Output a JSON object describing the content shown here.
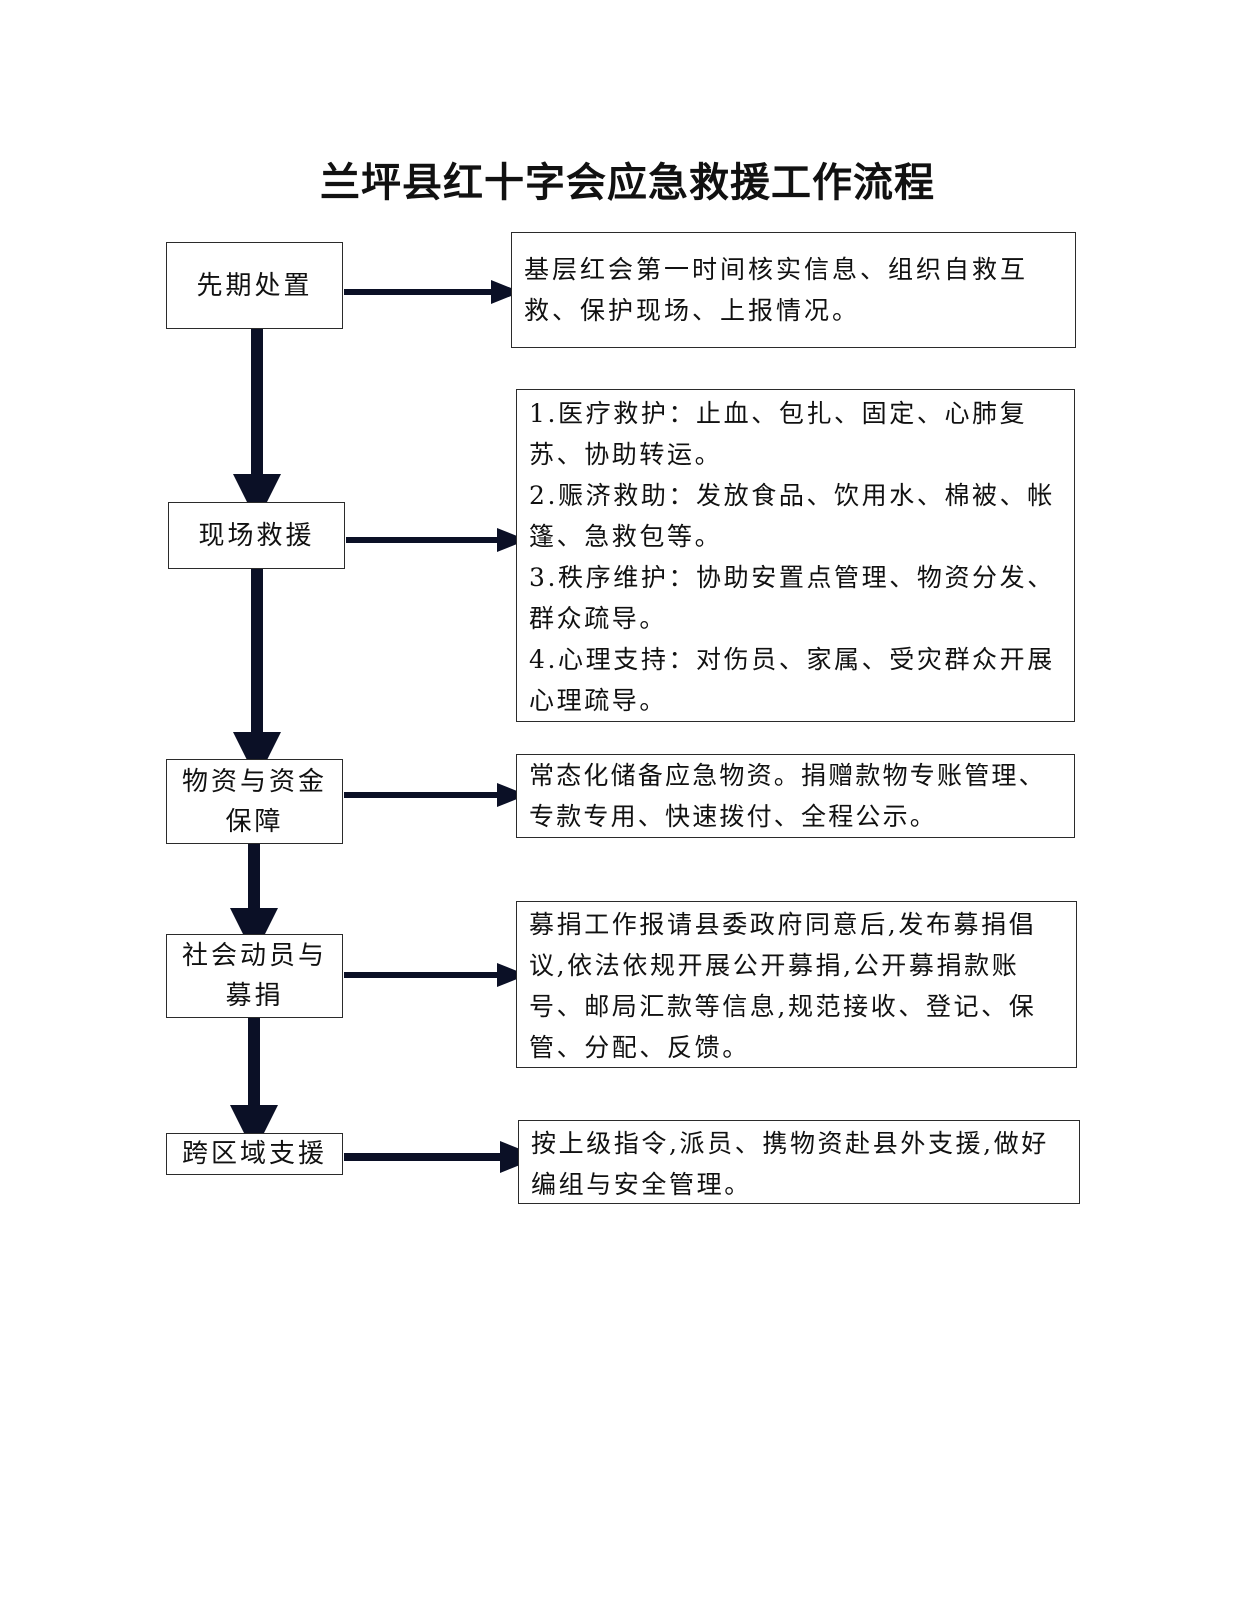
{
  "title": "兰坪县红十字会应急救援工作流程",
  "steps": [
    {
      "label": "先期处置"
    },
    {
      "label": "现场救援"
    },
    {
      "label": "物资与资金保障",
      "line1": "物资与资金",
      "line2": "保障"
    },
    {
      "label": "社会动员与募捐",
      "line1": "社会动员与",
      "line2": "募捐"
    },
    {
      "label": "跨区域支援"
    }
  ],
  "descriptions": [
    {
      "text": "基层红会第一时间核实信息、组织自救互救、保护现场、上报情况。"
    },
    {
      "items": [
        "1.医疗救护：止血、包扎、固定、心肺复苏、协助转运。",
        "2.赈济救助：发放食品、饮用水、棉被、帐篷、急救包等。",
        "3.秩序维护：协助安置点管理、物资分发、群众疏导。",
        "4.心理支持：对伤员、家属、受灾群众开展心理疏导。"
      ]
    },
    {
      "text": "常态化储备应急物资。捐赠款物专账管理、专款专用、快速拨付、全程公示。"
    },
    {
      "text": "募捐工作报请县委政府同意后,发布募捐倡议,依法依规开展公开募捐,公开募捐款账号、邮局汇款等信息,规范接收、登记、保管、分配、反馈。"
    },
    {
      "text": "按上级指令,派员、携物资赴县外支援,做好编组与安全管理。"
    }
  ],
  "colors": {
    "arrow": "#0b1026",
    "border": "#2b2b2b"
  }
}
